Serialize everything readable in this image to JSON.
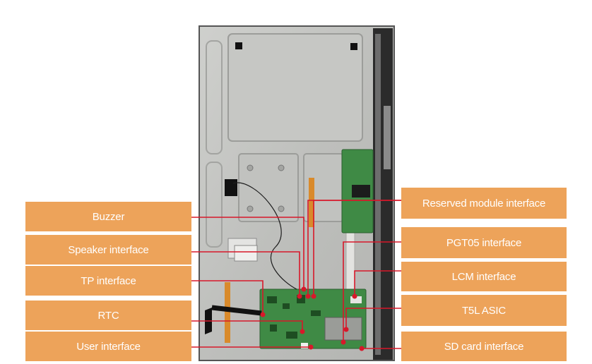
{
  "title": "",
  "colors": {
    "label_fill": "#eda35a",
    "label_text": "#ffffff",
    "leader_line": "#d7182a",
    "pcb_green": "#3f8a45",
    "panel_metal": "#c4c5c2"
  },
  "left_labels": [
    {
      "id": "buzzer",
      "text": "Buzzer"
    },
    {
      "id": "speaker",
      "text": "Speaker interface"
    },
    {
      "id": "tp",
      "text": "TP interface"
    },
    {
      "id": "rtc",
      "text": "RTC"
    },
    {
      "id": "user",
      "text": "User interface"
    }
  ],
  "right_labels": [
    {
      "id": "reserved",
      "text": "Reserved module interface"
    },
    {
      "id": "pgt05",
      "text": "PGT05 interface"
    },
    {
      "id": "lcm",
      "text": "LCM interface"
    },
    {
      "id": "t5l",
      "text": "T5L ASIC"
    },
    {
      "id": "sdcard",
      "text": "SD card interface"
    }
  ]
}
